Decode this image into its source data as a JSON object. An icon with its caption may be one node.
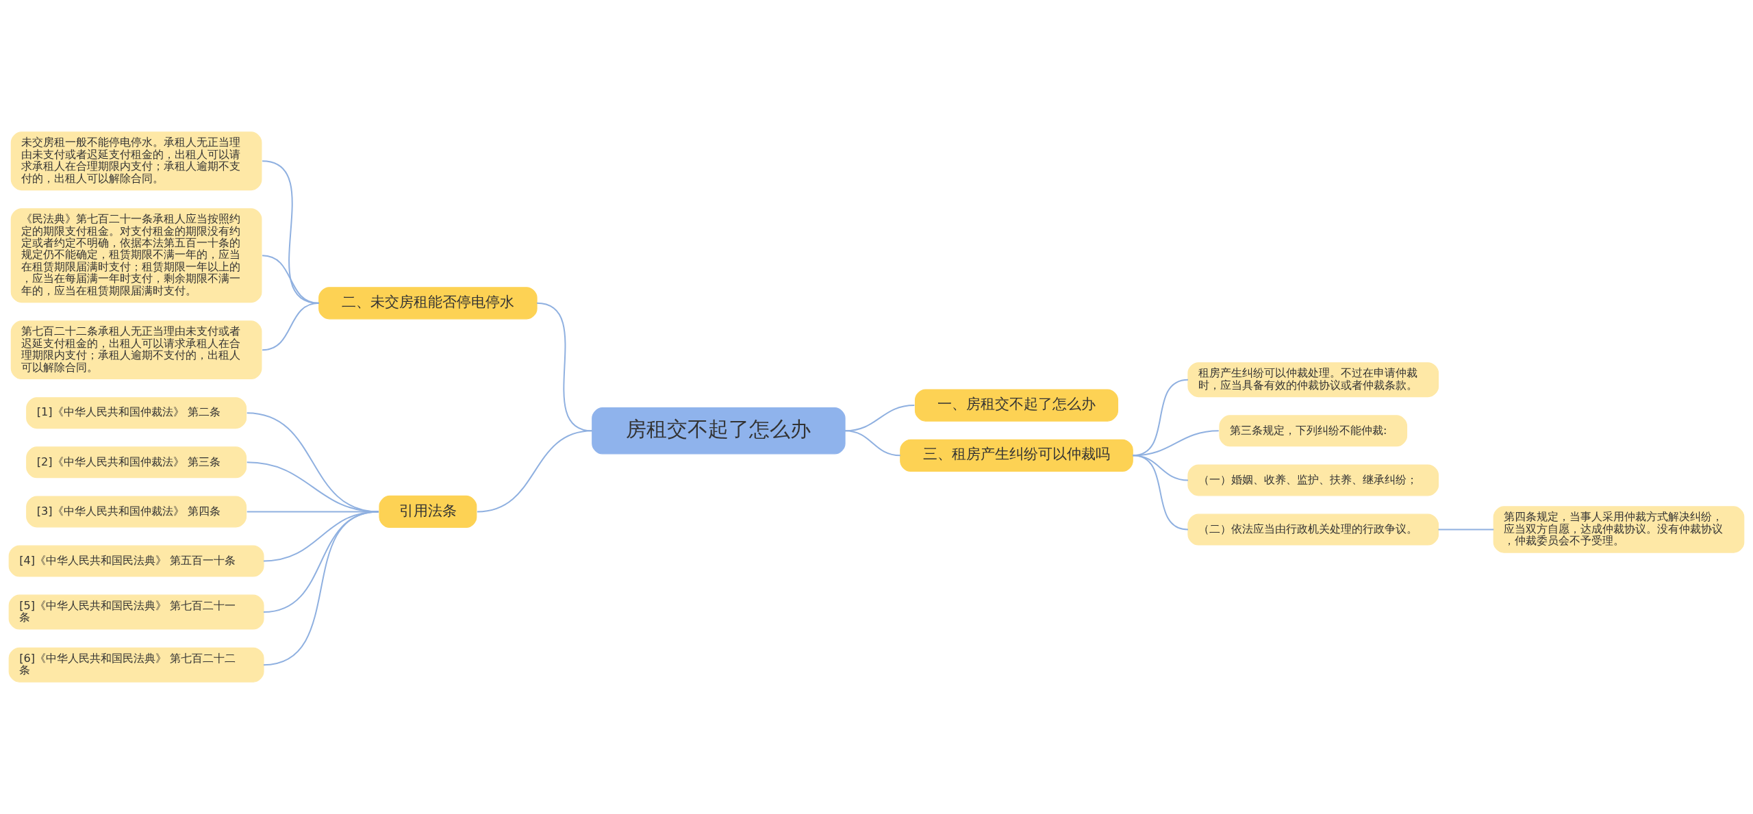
{
  "diagram": {
    "nodes": [
      {
        "text": [
          "房租交不起了怎么办"
        ]
      },
      {
        "text": [
          "一、房租交不起了怎么办"
        ]
      },
      {
        "text": [
          "二、未交房租能否停电停水"
        ]
      },
      {
        "text": [
          "未交房租一般不能停电停水。承租人无正当理由未支付或者迟延支付租金的，出租人可以请求承租人在合理期限内支付；承租人逾期不支付的，出租人可以解除合同。"
        ]
      },
      {
        "text": [
          "《民法典》第七百二十一条承租人应当按照约定的期限支付租金。对支付租金的期限没有约定或者约定不明确，依据本法第五百一十条的规定仍不能确定，租赁期限不满一年的，应当在租赁期限届满时支付；租赁期限一年以上的，应当在每届满一年时支付，剩余期限不满一年的，应当在租赁期限届满时支付。"
        ]
      },
      {
        "text": [
          "第七百二十二条承租人无正当理由未支付或者迟延支付租金的，出租人可以请求承租人在合理期限内支付；承租人逾期不支付的，出租人可以解除合同。"
        ]
      },
      {
        "text": [
          "三、租房产生纠纷可以仲裁吗"
        ]
      },
      {
        "text": [
          "租房产生纠纷可以仲裁处理。不过在申请仲裁时，应当具备有效的仲裁协议或者仲裁条款。"
        ]
      },
      {
        "text": [
          "第三条规定，下列纠纷不能仲裁:"
        ]
      },
      {
        "text": [
          "（一）婚姻、收养、监护、扶养、继承纠纷；"
        ]
      },
      {
        "text": [
          "（二）依法应当由行政机关处理的行政争议。"
        ]
      },
      {
        "text": [
          "第四条规定，当事人采用仲裁方式解决纠纷，应当双方自愿，达成仲裁协议。没有仲裁协议，仲裁委员会不予受理。"
        ]
      },
      {
        "text": [
          "引用法条"
        ]
      },
      {
        "text": [
          "[1]《中华人民共和国仲裁法》 第二条"
        ]
      },
      {
        "text": [
          "[2]《中华人民共和国仲裁法》 第三条"
        ]
      },
      {
        "text": [
          "[3]《中华人民共和国仲裁法》 第四条"
        ]
      },
      {
        "text": [
          "[4]《中华人民共和国民法典》 第五百一十条"
        ]
      },
      {
        "text": [
          "[5]《中华人民共和国民法典》 第七百二十一条"
        ]
      },
      {
        "text": [
          "[6]《中华人民共和国民法典》 第七百二十二条"
        ]
      }
    ],
    "edges": [
      {
        "from": 0,
        "to": 1,
        "arrow": "none"
      },
      {
        "from": 0,
        "to": 2,
        "arrow": "none"
      },
      {
        "from": 2,
        "to": 3,
        "arrow": "none"
      },
      {
        "from": 2,
        "to": 4,
        "arrow": "none"
      },
      {
        "from": 2,
        "to": 5,
        "arrow": "none"
      },
      {
        "from": 0,
        "to": 6,
        "arrow": "none"
      },
      {
        "from": 6,
        "to": 7,
        "arrow": "none"
      },
      {
        "from": 6,
        "to": 8,
        "arrow": "none"
      },
      {
        "from": 6,
        "to": 9,
        "arrow": "none"
      },
      {
        "from": 6,
        "to": 10,
        "arrow": "none"
      },
      {
        "from": 10,
        "to": 11,
        "arrow": "none"
      },
      {
        "from": 0,
        "to": 12,
        "arrow": "none"
      },
      {
        "from": 12,
        "to": 13,
        "arrow": "none"
      },
      {
        "from": 12,
        "to": 14,
        "arrow": "none"
      },
      {
        "from": 12,
        "to": 15,
        "arrow": "none"
      },
      {
        "from": 12,
        "to": 16,
        "arrow": "none"
      },
      {
        "from": 12,
        "to": 17,
        "arrow": "none"
      },
      {
        "from": 12,
        "to": 18,
        "arrow": "none"
      }
    ]
  }
}
